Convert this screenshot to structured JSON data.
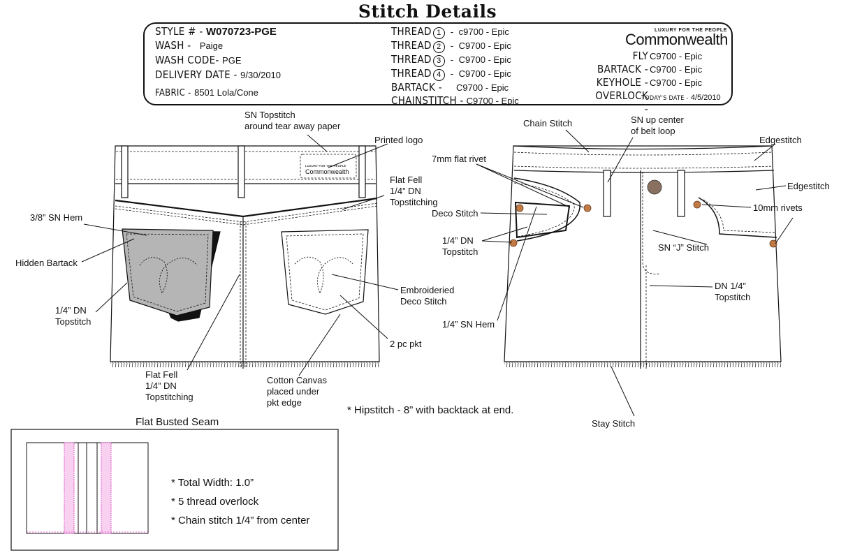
{
  "title": "Stitch Details",
  "header": {
    "style_label": "Style # -",
    "style_value": "W070723-PGE",
    "wash_label": "Wash -",
    "wash_value": "Paige",
    "wash_code_label": "Wash Code-",
    "wash_code_value": "PGE",
    "delivery_label": "Delivery Date -",
    "delivery_value": "9/30/2010",
    "fabric_label": "Fabric -",
    "fabric_value": "8501 Lola/Cone",
    "threads": [
      {
        "label": "Thread",
        "num": "1",
        "value": "c9700 - Epic"
      },
      {
        "label": "Thread",
        "num": "2",
        "value": "C9700 - Epic"
      },
      {
        "label": "Thread",
        "num": "3",
        "value": "C9700 - Epic"
      },
      {
        "label": "Thread",
        "num": "4",
        "value": "C9700 - Epic"
      }
    ],
    "bartack_label": "Bartack -",
    "bartack_value": "C9700 - Epic",
    "chainstitch_label": "Chainstitch -",
    "chainstitch_value": "C9700 - Epic",
    "fly_bartack_label": "Fly Bartack -",
    "fly_bartack_value": "C9700 - Epic",
    "keyhole_label": "Keyhole -",
    "keyhole_value": "C9700 - Epic",
    "overlock_label": "Overlock -",
    "overlock_value": "C9700 - Epic",
    "todays_date_label": "Today's Date -",
    "todays_date_value": "4/5/2010",
    "logo_tagline": "LUXURY FOR THE PEOPLE",
    "logo_name": "Commonwealth"
  },
  "back_view_labels": {
    "sn_topstitch": "SN Topstitch\naround tear away paper",
    "printed_logo": "Printed logo",
    "flat_fell_top": "Flat Fell\n1/4” DN\nTopstitching",
    "sn_hem": "3/8” SN Hem",
    "hidden_bartack": "Hidden Bartack",
    "dn_topstitch": "1/4” DN\nTopstitch",
    "embroidered": "Embroideried\nDeco Stitch",
    "two_pc_pkt": "2 pc pkt",
    "flat_fell_bottom": "Flat Fell\n1/4” DN\nTopstitching",
    "cotton_canvas": "Cotton Canvas\nplaced under\npkt edge",
    "pocket_logo_small": "LUXURY FOR THE PEOPLE",
    "pocket_logo": "Commonwealth"
  },
  "front_view_labels": {
    "chain_stitch": "Chain Stitch",
    "sn_up_center": "SN up center\nof belt loop",
    "edgestitch_1": "Edgestitch",
    "edgestitch_2": "Edgestitch",
    "flat_rivet": "7mm flat rivet",
    "deco_stitch": "Deco Stitch",
    "rivets_10mm": "10mm rivets",
    "dn_topstitch": "1/4” DN\nTopstitch",
    "sn_j_stitch": "SN “J” Stitch",
    "dn_14_topstitch": "DN 1/4”\nTopstitch",
    "sn_hem": "1/4” SN Hem",
    "stay_stitch": "Stay Stitch"
  },
  "hipstitch_note": "* Hipstitch - 8” with backtack at end.",
  "seam": {
    "title": "Flat Busted Seam",
    "notes": [
      "* Total Width: 1.0”",
      "* 5 thread overlock",
      "* Chain stitch 1/4” from center"
    ]
  },
  "colors": {
    "line": "#111111",
    "pocket_gray": "#b5b5b5",
    "rivet": "#c07a46",
    "overlock_pink": "#e060c8"
  }
}
